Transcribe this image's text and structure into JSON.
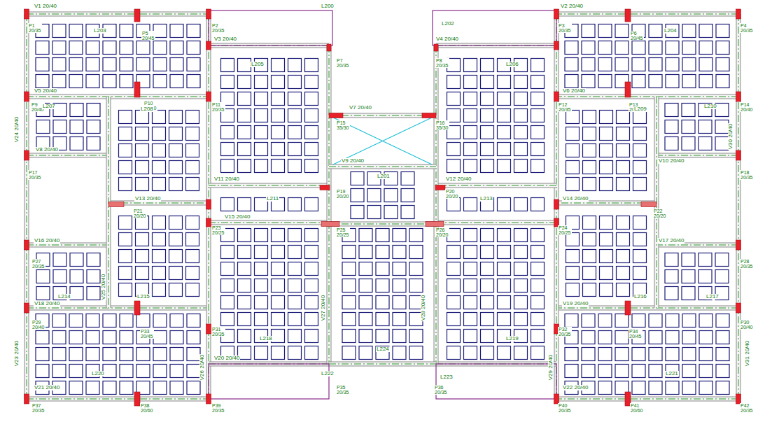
{
  "diagram": {
    "labels": [
      "V1 20/40",
      "V2 20/40",
      "V3 20/40",
      "V4 20/40",
      "V5 20/40",
      "V6 20/40",
      "V7 20/40",
      "V8 20/40",
      "V9 20/40",
      "V10 20/40",
      "V11 20/40",
      "V12 20/40",
      "V13 20/40",
      "V14 20/40",
      "V15 20/40",
      "V16 20/40",
      "V17 20/40",
      "V18 20/40",
      "V19 20/40",
      "V20 20/40",
      "V21 20/40",
      "V22 20/40",
      "V23 20/40",
      "V24 20/40",
      "V25 20/40",
      "V26 20/40",
      "V27 20/40",
      "V28 20/40",
      "V29 20/40",
      "V30 20/40",
      "V31 20/40",
      "P1 20/35",
      "P2 20/35",
      "P3 20/35",
      "P4 20/35",
      "P5 20/45",
      "P6 20/45",
      "P7 20/35",
      "P8 20/35",
      "P9 20/40",
      "P10 20/40",
      "P11 20/35",
      "P12 20/35",
      "P13 20/40",
      "P14 20/40",
      "P15 35/30",
      "P16 35/30",
      "P17 20/35",
      "P18 20/35",
      "P19 20/20",
      "P20 20/20",
      "P21 20/20",
      "P22 20/20",
      "P23 20/25",
      "P24 20/25",
      "P25 20/25",
      "P26 20/20",
      "P27 20/35",
      "P28 20/35",
      "P29 20/40",
      "P30 20/40",
      "P31 20/35",
      "P32 20/35",
      "P33 20/45",
      "P34 20/45",
      "P35 20/35",
      "P36 20/35",
      "P37 20/35",
      "P38 20/60",
      "P39 20/35",
      "P40 20/35",
      "P41 20/60",
      "P42 20/35",
      "L200",
      "L201",
      "L202",
      "L203",
      "L204",
      "L205",
      "L206",
      "L207",
      "L208",
      "L209",
      "L210",
      "L211",
      "L213",
      "L214",
      "L215",
      "L216",
      "L217",
      "L218",
      "L219",
      "L220",
      "L221",
      "L222",
      "L223",
      "L224"
    ]
  }
}
